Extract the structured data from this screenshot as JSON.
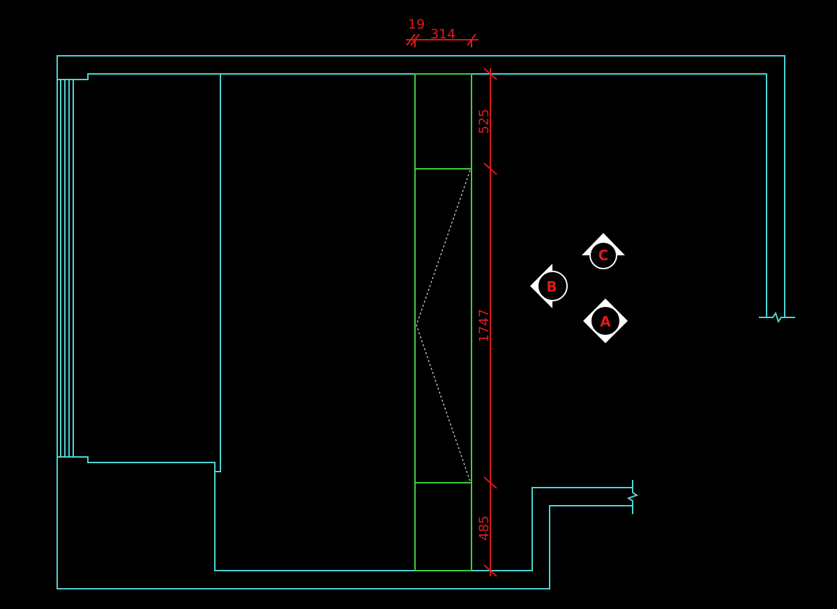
{
  "colors": {
    "background": "#000000",
    "wall": "#4fd6d6",
    "cabinet": "#3fd13f",
    "dimension": "#e0191b",
    "marker_outline": "#ffffff",
    "hidden_line": "#cfcfcf"
  },
  "dimensions": {
    "top_small": "19",
    "top_width": "314",
    "upper_section": "525",
    "middle_section": "1747",
    "lower_section": "485"
  },
  "view_markers": [
    {
      "label": "A",
      "icon": "view-direction-arrows-up-down-icon"
    },
    {
      "label": "B",
      "icon": "view-direction-arrow-left-icon"
    },
    {
      "label": "C",
      "icon": "view-direction-arrow-up-icon"
    }
  ]
}
